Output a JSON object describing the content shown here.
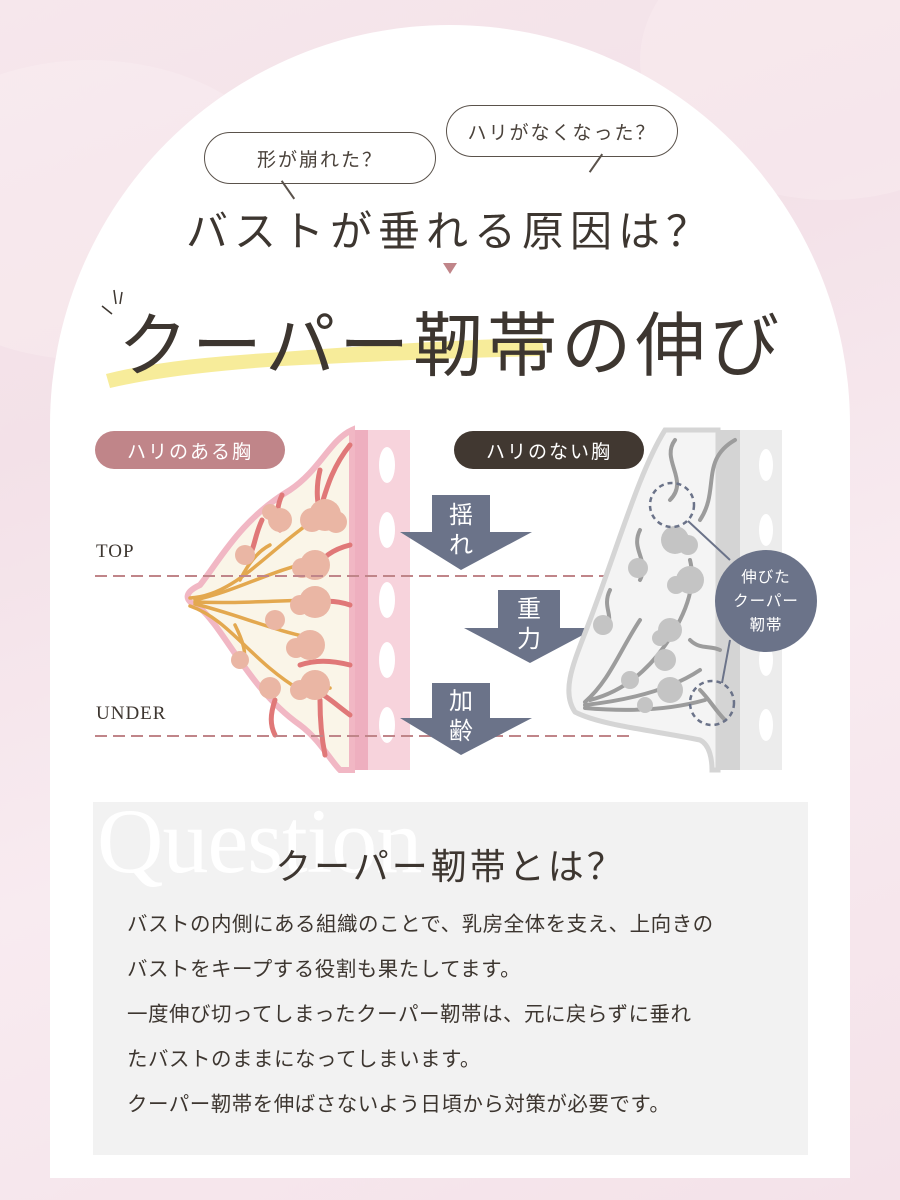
{
  "bubbles": [
    {
      "text": "形が崩れた？"
    },
    {
      "text": "ハリがなくなった？"
    }
  ],
  "question_heading": "バストが垂れる原因は？",
  "main_title": "クーパー靭帯の伸び",
  "diagram": {
    "firm_label": "ハリのある胸",
    "sagging_label": "ハリのない胸",
    "top_label": "TOP",
    "under_label": "UNDER",
    "causes": [
      {
        "line1": "揺",
        "line2": "れ"
      },
      {
        "line1": "重",
        "line2": "力"
      },
      {
        "line1": "加",
        "line2": "齢"
      }
    ],
    "callout": {
      "line1": "伸びた",
      "line2": "クーパー",
      "line3": "靭帯"
    }
  },
  "question_box": {
    "watermark": "Question",
    "title": "クーパー靭帯とは？",
    "paragraph_lines": [
      "バストの内側にある組織のことで、乳房全体を支え、上向きの",
      "バストをキープする役割も果たしてます。",
      "一度伸び切ってしまったクーパー靭帯は、元に戻らずに垂れ",
      "たバストのままになってしまいます。",
      "クーパー靭帯を伸ばさないよう日頃から対策が必要です。"
    ]
  },
  "colors": {
    "background_pink": "#f4e2e9",
    "text_dark": "#3d3630",
    "rose": "#c08589",
    "dark_brown": "#413831",
    "slate_arrow": "#6b7389",
    "highlight_yellow": "#f7ec9a",
    "question_box_bg": "#f2f2f2"
  }
}
